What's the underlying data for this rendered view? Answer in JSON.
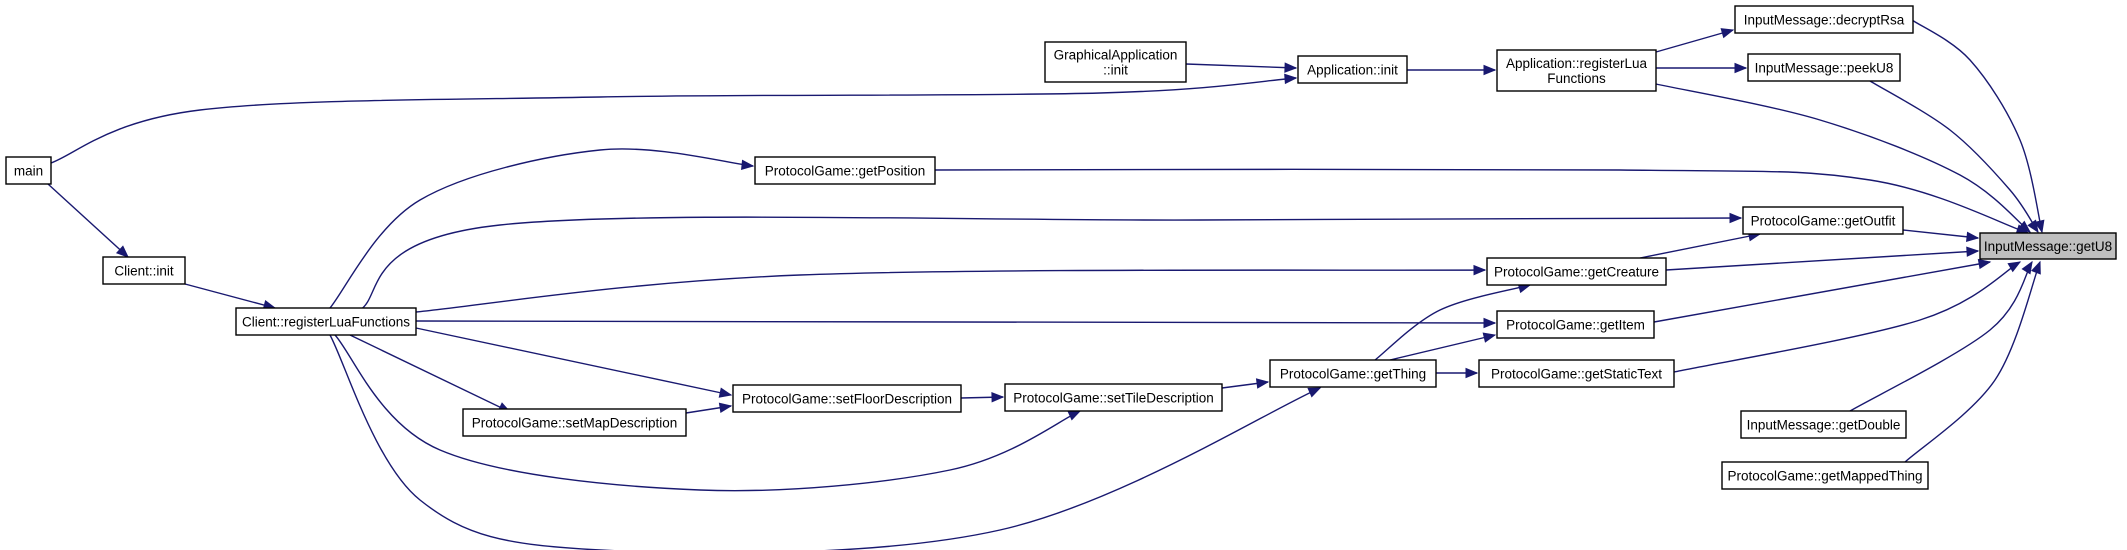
{
  "graph": {
    "nodes": {
      "getU8": {
        "lines": [
          "InputMessage::getU8"
        ],
        "highlighted": true
      },
      "decryptRsa": {
        "lines": [
          "InputMessage::decryptRsa"
        ]
      },
      "peekU8": {
        "lines": [
          "InputMessage::peekU8"
        ]
      },
      "getDouble": {
        "lines": [
          "InputMessage::getDouble"
        ]
      },
      "getMappedThing": {
        "lines": [
          "ProtocolGame::getMappedThing"
        ]
      },
      "getOutfit": {
        "lines": [
          "ProtocolGame::getOutfit"
        ]
      },
      "getCreature": {
        "lines": [
          "ProtocolGame::getCreature"
        ]
      },
      "getItem": {
        "lines": [
          "ProtocolGame::getItem"
        ]
      },
      "getStaticText": {
        "lines": [
          "ProtocolGame::getStaticText"
        ]
      },
      "getThing": {
        "lines": [
          "ProtocolGame::getThing"
        ]
      },
      "getPosition": {
        "lines": [
          "ProtocolGame::getPosition"
        ]
      },
      "setTileDescription": {
        "lines": [
          "ProtocolGame::setTileDescription"
        ]
      },
      "setFloorDescription": {
        "lines": [
          "ProtocolGame::setFloorDescription"
        ]
      },
      "setMapDescription": {
        "lines": [
          "ProtocolGame::setMapDescription"
        ]
      },
      "appRegisterLua": {
        "lines": [
          "Application::registerLua",
          "Functions"
        ]
      },
      "appInit": {
        "lines": [
          "Application::init"
        ]
      },
      "graphicalAppInit": {
        "lines": [
          "GraphicalApplication",
          "::init"
        ]
      },
      "clientRegisterLua": {
        "lines": [
          "Client::registerLuaFunctions"
        ]
      },
      "clientInit": {
        "lines": [
          "Client::init"
        ]
      },
      "main": {
        "lines": [
          "main"
        ]
      }
    },
    "edges": [
      [
        "decryptRsa",
        "getU8"
      ],
      [
        "peekU8",
        "getU8"
      ],
      [
        "appRegisterLua",
        "getU8"
      ],
      [
        "getPosition",
        "getU8"
      ],
      [
        "getOutfit",
        "getU8"
      ],
      [
        "getCreature",
        "getU8"
      ],
      [
        "getItem",
        "getU8"
      ],
      [
        "getStaticText",
        "getU8"
      ],
      [
        "getDouble",
        "getU8"
      ],
      [
        "getMappedThing",
        "getU8"
      ],
      [
        "appRegisterLua",
        "decryptRsa"
      ],
      [
        "appRegisterLua",
        "peekU8"
      ],
      [
        "appInit",
        "appRegisterLua"
      ],
      [
        "graphicalAppInit",
        "appInit"
      ],
      [
        "main",
        "appInit"
      ],
      [
        "main",
        "clientInit"
      ],
      [
        "clientInit",
        "clientRegisterLua"
      ],
      [
        "clientRegisterLua",
        "getPosition"
      ],
      [
        "clientRegisterLua",
        "getOutfit"
      ],
      [
        "getCreature",
        "getOutfit"
      ],
      [
        "clientRegisterLua",
        "getCreature"
      ],
      [
        "getThing",
        "getCreature"
      ],
      [
        "clientRegisterLua",
        "getItem"
      ],
      [
        "getThing",
        "getItem"
      ],
      [
        "getThing",
        "getStaticText"
      ],
      [
        "setTileDescription",
        "getThing"
      ],
      [
        "clientRegisterLua",
        "getThing"
      ],
      [
        "setFloorDescription",
        "setTileDescription"
      ],
      [
        "clientRegisterLua",
        "setTileDescription"
      ],
      [
        "clientRegisterLua",
        "setFloorDescription"
      ],
      [
        "setMapDescription",
        "setFloorDescription"
      ],
      [
        "clientRegisterLua",
        "setMapDescription"
      ]
    ]
  }
}
